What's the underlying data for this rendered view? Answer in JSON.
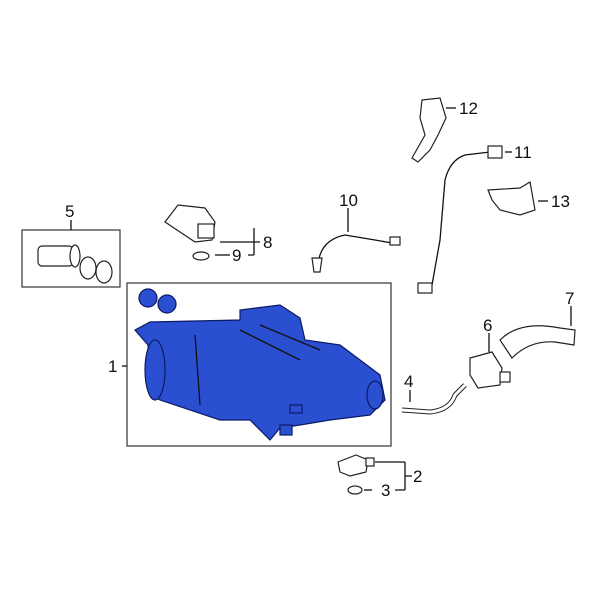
{
  "callouts": {
    "c1": "1",
    "c2": "2",
    "c3": "3",
    "c4": "4",
    "c5": "5",
    "c6": "6",
    "c7": "7",
    "c8": "8",
    "c9": "9",
    "c10": "10",
    "c11": "11",
    "c12": "12",
    "c13": "13"
  },
  "colors": {
    "highlight": "#2a4fd0"
  }
}
